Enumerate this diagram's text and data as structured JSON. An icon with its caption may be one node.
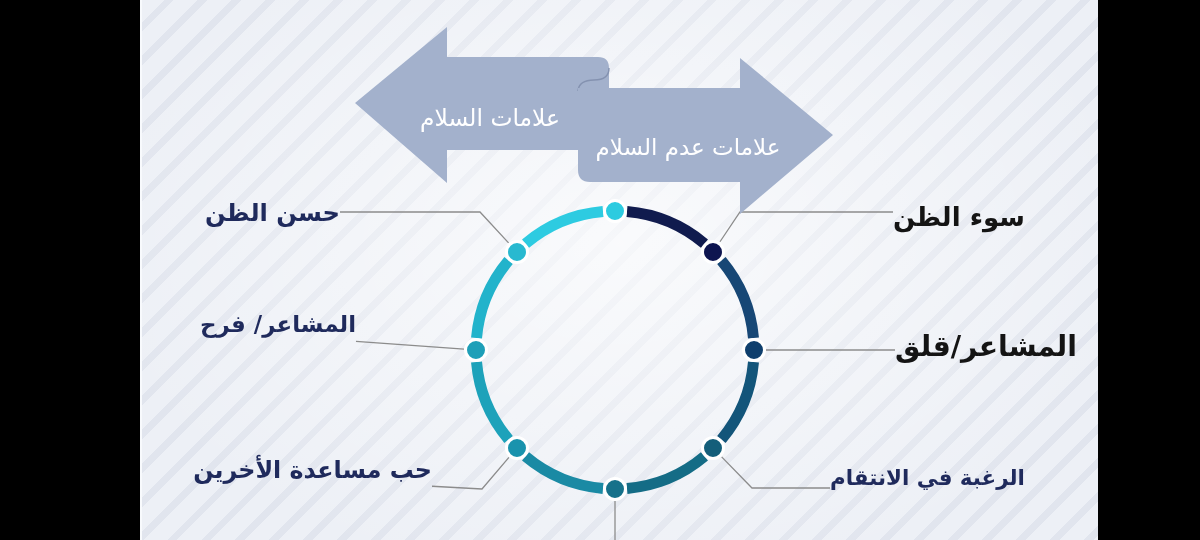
{
  "diagram": {
    "nodes": [
      {
        "text": [
          "علامات السلام"
        ]
      },
      {
        "text": [
          "علامات عدم السلام"
        ]
      },
      {
        "text": [
          "حسن الظن"
        ]
      },
      {
        "text": [
          "سوء الظن"
        ]
      },
      {
        "text": [
          "المشاعر/ فرح"
        ]
      },
      {
        "text": [
          "المشاعر/قلق"
        ]
      },
      {
        "text": [
          "حب مساعدة الأخرين"
        ]
      },
      {
        "text": [
          "الرغبة في الانتقام"
        ]
      },
      {
        "text": [],
        "shape": "circle"
      },
      {
        "text": [],
        "shape": "circle"
      },
      {
        "text": [],
        "shape": "circle"
      },
      {
        "text": [],
        "shape": "circle"
      },
      {
        "text": [],
        "shape": "circle"
      },
      {
        "text": [],
        "shape": "circle"
      },
      {
        "text": [],
        "shape": "circle"
      },
      {
        "text": [],
        "shape": "circle"
      }
    ],
    "edges": [
      {
        "from": 2,
        "to": 9,
        "arrow": "none"
      },
      {
        "from": 3,
        "to": 10,
        "arrow": "none"
      },
      {
        "from": 4,
        "to": 11,
        "arrow": "none"
      },
      {
        "from": 5,
        "to": 12,
        "arrow": "none"
      },
      {
        "from": 6,
        "to": 13,
        "arrow": "none"
      },
      {
        "from": 7,
        "to": 14,
        "arrow": "none"
      },
      {
        "from": 15,
        "to": null,
        "arrow": "none"
      },
      {
        "from": 8,
        "to": 10,
        "arrow": "none",
        "color": "#101b4e"
      },
      {
        "from": 10,
        "to": 12,
        "arrow": "none",
        "color": "#174775"
      },
      {
        "from": 12,
        "to": 14,
        "arrow": "none",
        "color": "#13557a"
      },
      {
        "from": 14,
        "to": 15,
        "arrow": "none",
        "color": "#146c86"
      },
      {
        "from": 15,
        "to": 13,
        "arrow": "none",
        "color": "#1a8aa4"
      },
      {
        "from": 13,
        "to": 11,
        "arrow": "none",
        "color": "#1da2ba"
      },
      {
        "from": 11,
        "to": 9,
        "arrow": "none",
        "color": "#22b3cb"
      },
      {
        "from": 9,
        "to": 8,
        "arrow": "none",
        "color": "#2dcbe1"
      }
    ]
  }
}
